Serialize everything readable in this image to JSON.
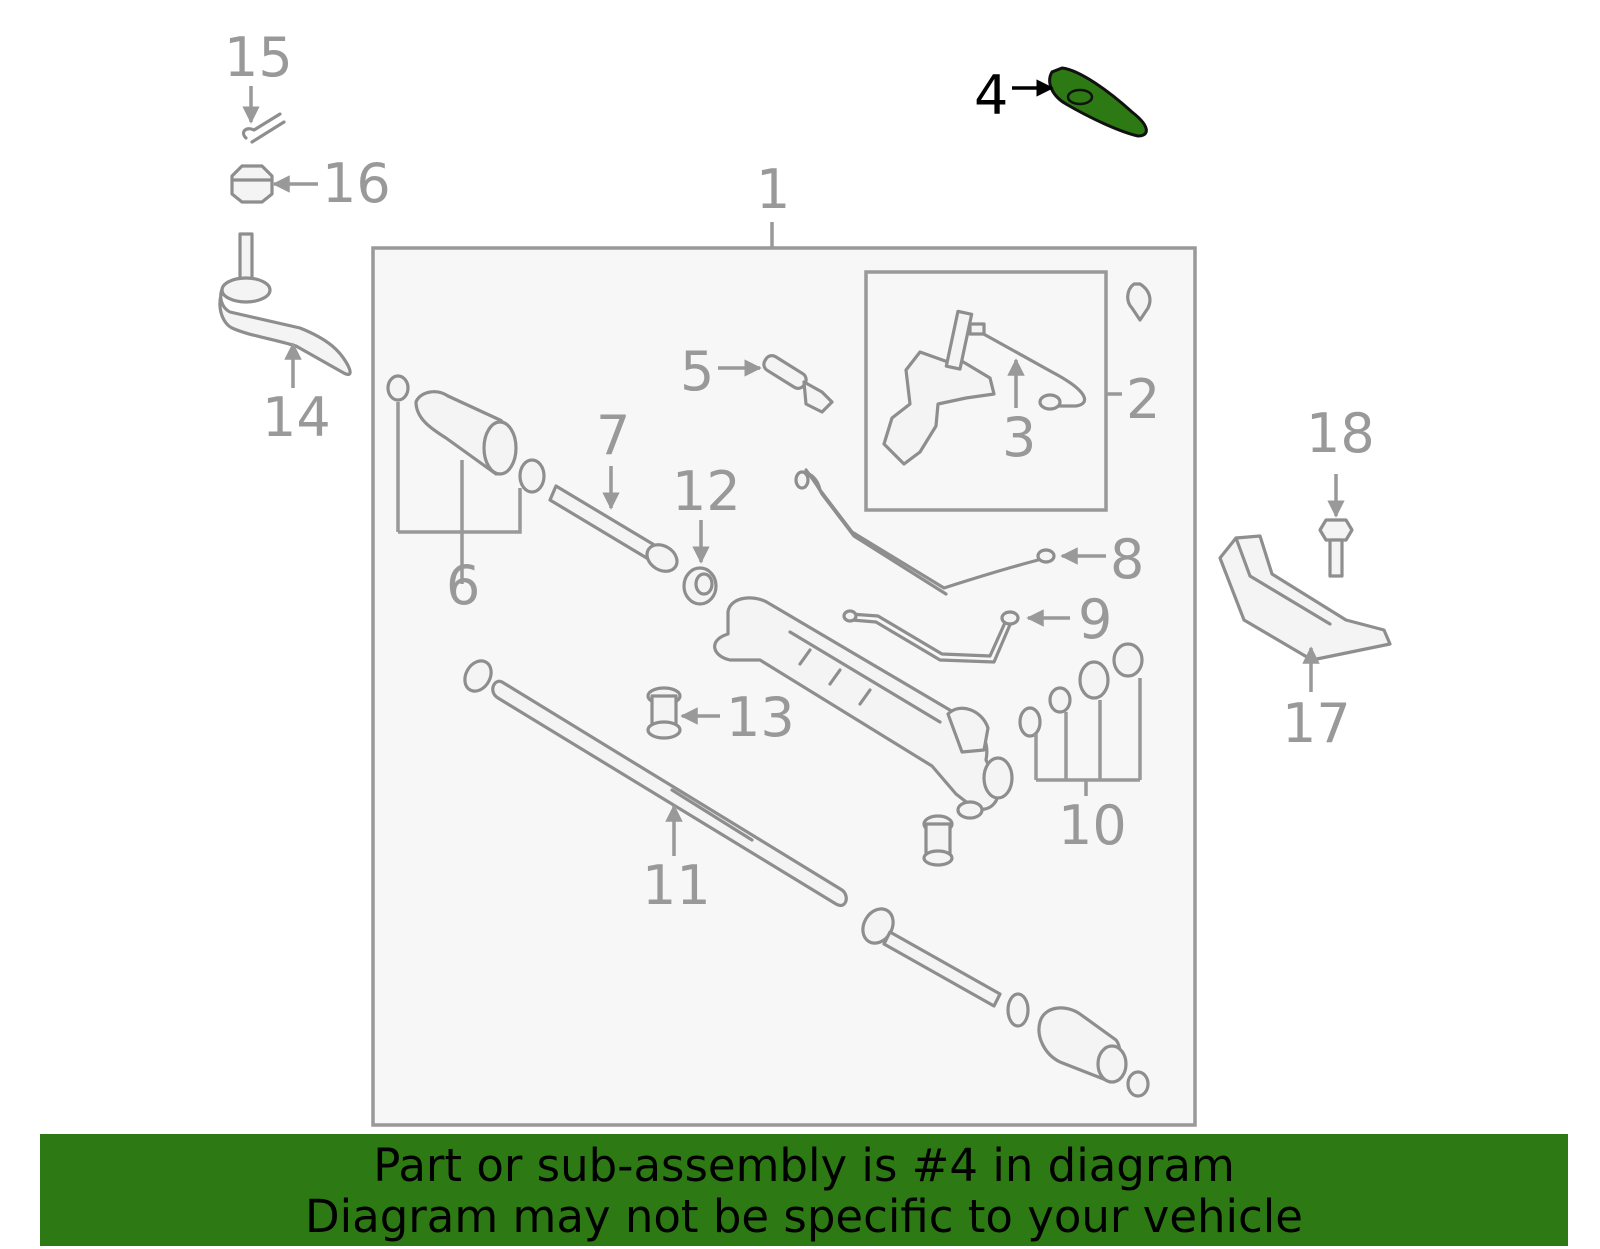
{
  "diagram": {
    "callouts": [
      {
        "id": "1",
        "label": "1",
        "highlighted": false
      },
      {
        "id": "2",
        "label": "2",
        "highlighted": false
      },
      {
        "id": "3",
        "label": "3",
        "highlighted": false
      },
      {
        "id": "4",
        "label": "4",
        "highlighted": true
      },
      {
        "id": "5",
        "label": "5",
        "highlighted": false
      },
      {
        "id": "6",
        "label": "6",
        "highlighted": false
      },
      {
        "id": "7",
        "label": "7",
        "highlighted": false
      },
      {
        "id": "8",
        "label": "8",
        "highlighted": false
      },
      {
        "id": "9",
        "label": "9",
        "highlighted": false
      },
      {
        "id": "10",
        "label": "10",
        "highlighted": false
      },
      {
        "id": "11",
        "label": "11",
        "highlighted": false
      },
      {
        "id": "12",
        "label": "12",
        "highlighted": false
      },
      {
        "id": "13",
        "label": "13",
        "highlighted": false
      },
      {
        "id": "14",
        "label": "14",
        "highlighted": false
      },
      {
        "id": "15",
        "label": "15",
        "highlighted": false
      },
      {
        "id": "16",
        "label": "16",
        "highlighted": false
      },
      {
        "id": "17",
        "label": "17",
        "highlighted": false
      },
      {
        "id": "18",
        "label": "18",
        "highlighted": false
      }
    ],
    "highlight_color": "#2d7a14",
    "line_color": "#999999"
  },
  "banner": {
    "line1": "Part or sub-assembly is #4 in diagram",
    "line2": "Diagram may not be specific to your vehicle",
    "background": "#2d7a14"
  }
}
